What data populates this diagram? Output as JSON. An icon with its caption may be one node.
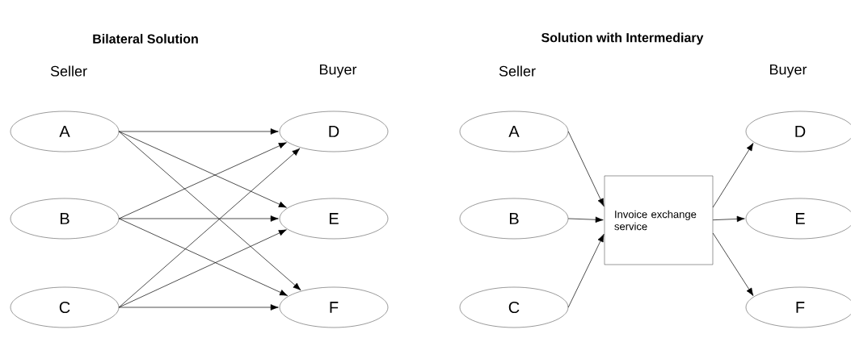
{
  "diagram": {
    "nodes": [
      {
        "text": [
          "A"
        ]
      },
      {
        "text": [
          "B"
        ]
      },
      {
        "text": [
          "C"
        ]
      },
      {
        "text": [
          "D"
        ]
      },
      {
        "text": [
          "E"
        ]
      },
      {
        "text": [
          "F"
        ]
      },
      {
        "text": [
          "A"
        ]
      },
      {
        "text": [
          "B"
        ]
      },
      {
        "text": [
          "C"
        ]
      },
      {
        "text": [
          "Invoice exchange service"
        ]
      },
      {
        "text": [
          "D"
        ]
      },
      {
        "text": [
          "E"
        ]
      },
      {
        "text": [
          "F"
        ]
      }
    ],
    "edges": [
      {
        "from": 0,
        "to": 3,
        "arrow": "to"
      },
      {
        "from": 0,
        "to": 4,
        "arrow": "to"
      },
      {
        "from": 0,
        "to": 5,
        "arrow": "to"
      },
      {
        "from": 1,
        "to": 3,
        "arrow": "to"
      },
      {
        "from": 1,
        "to": 4,
        "arrow": "to"
      },
      {
        "from": 1,
        "to": 5,
        "arrow": "to"
      },
      {
        "from": 2,
        "to": 3,
        "arrow": "to"
      },
      {
        "from": 2,
        "to": 4,
        "arrow": "to"
      },
      {
        "from": 2,
        "to": 5,
        "arrow": "to"
      },
      {
        "from": 6,
        "to": 9,
        "arrow": "to"
      },
      {
        "from": 7,
        "to": 9,
        "arrow": "to"
      },
      {
        "from": 8,
        "to": 9,
        "arrow": "to"
      },
      {
        "from": 9,
        "to": 10,
        "arrow": "to"
      },
      {
        "from": 9,
        "to": 11,
        "arrow": "to"
      },
      {
        "from": 9,
        "to": 12,
        "arrow": "to"
      }
    ],
    "labels": [
      "Bilateral Solution",
      "Solution with Intermediary",
      "Seller",
      "Buyer",
      "Seller",
      "Buyer"
    ]
  }
}
